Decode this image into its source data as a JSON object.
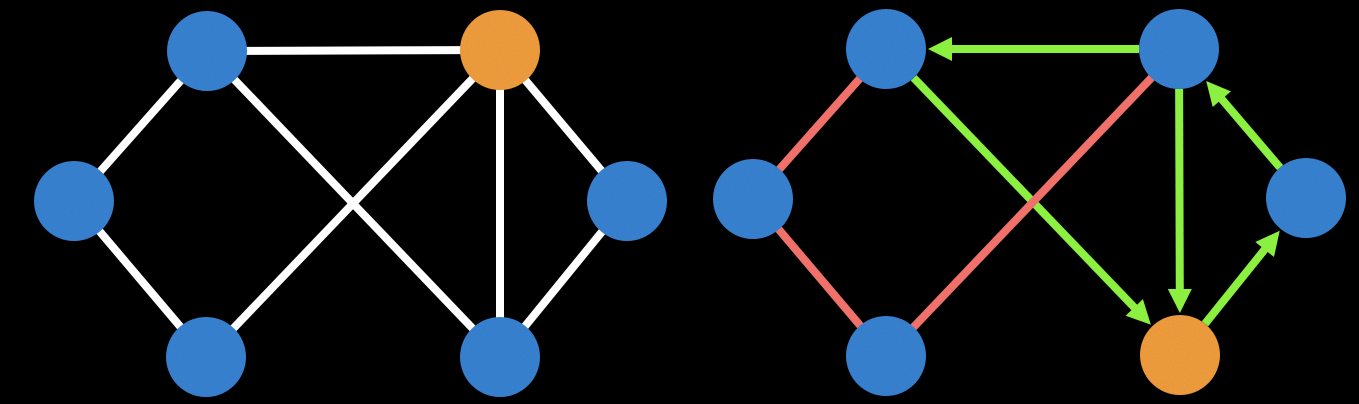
{
  "colors": {
    "background": "#000000",
    "node_blue": "#3A85D6",
    "node_orange": "#F4A040",
    "edge_white": "#FFFFFF",
    "edge_red": "#F0706A",
    "edge_green": "#8BF040"
  },
  "graphs": [
    {
      "id": "left-graph",
      "nodes": [
        {
          "id": "top-left",
          "color": "node_blue"
        },
        {
          "id": "top-right",
          "color": "node_orange"
        },
        {
          "id": "mid-left",
          "color": "node_blue"
        },
        {
          "id": "mid-right",
          "color": "node_blue"
        },
        {
          "id": "bottom-left",
          "color": "node_blue"
        },
        {
          "id": "bottom-right",
          "color": "node_blue"
        }
      ],
      "edges": [
        {
          "from": "top-left",
          "to": "top-right",
          "color": "edge_white",
          "directed": false
        },
        {
          "from": "top-left",
          "to": "mid-left",
          "color": "edge_white",
          "directed": false
        },
        {
          "from": "top-left",
          "to": "bottom-right",
          "color": "edge_white",
          "directed": false
        },
        {
          "from": "mid-left",
          "to": "bottom-left",
          "color": "edge_white",
          "directed": false
        },
        {
          "from": "top-right",
          "to": "bottom-left",
          "color": "edge_white",
          "directed": false
        },
        {
          "from": "top-right",
          "to": "bottom-right",
          "color": "edge_white",
          "directed": false
        },
        {
          "from": "top-right",
          "to": "mid-right",
          "color": "edge_white",
          "directed": false
        },
        {
          "from": "mid-right",
          "to": "bottom-right",
          "color": "edge_white",
          "directed": false
        }
      ]
    },
    {
      "id": "right-graph",
      "nodes": [
        {
          "id": "top-left",
          "color": "node_blue"
        },
        {
          "id": "top-right",
          "color": "node_blue"
        },
        {
          "id": "mid-left",
          "color": "node_blue"
        },
        {
          "id": "mid-right",
          "color": "node_blue"
        },
        {
          "id": "bottom-left",
          "color": "node_blue"
        },
        {
          "id": "bottom-right",
          "color": "node_orange"
        }
      ],
      "edges": [
        {
          "from": "top-right",
          "to": "top-left",
          "color": "edge_green",
          "directed": true
        },
        {
          "from": "top-left",
          "to": "bottom-right",
          "color": "edge_green",
          "directed": true
        },
        {
          "from": "top-right",
          "to": "bottom-right",
          "color": "edge_green",
          "directed": true
        },
        {
          "from": "bottom-right",
          "to": "mid-right",
          "color": "edge_green",
          "directed": true
        },
        {
          "from": "mid-right",
          "to": "top-right",
          "color": "edge_green",
          "directed": true
        },
        {
          "from": "top-left",
          "to": "mid-left",
          "color": "edge_red",
          "directed": false
        },
        {
          "from": "mid-left",
          "to": "bottom-left",
          "color": "edge_red",
          "directed": false
        },
        {
          "from": "bottom-left",
          "to": "top-right",
          "color": "edge_red",
          "directed": false
        }
      ]
    }
  ]
}
